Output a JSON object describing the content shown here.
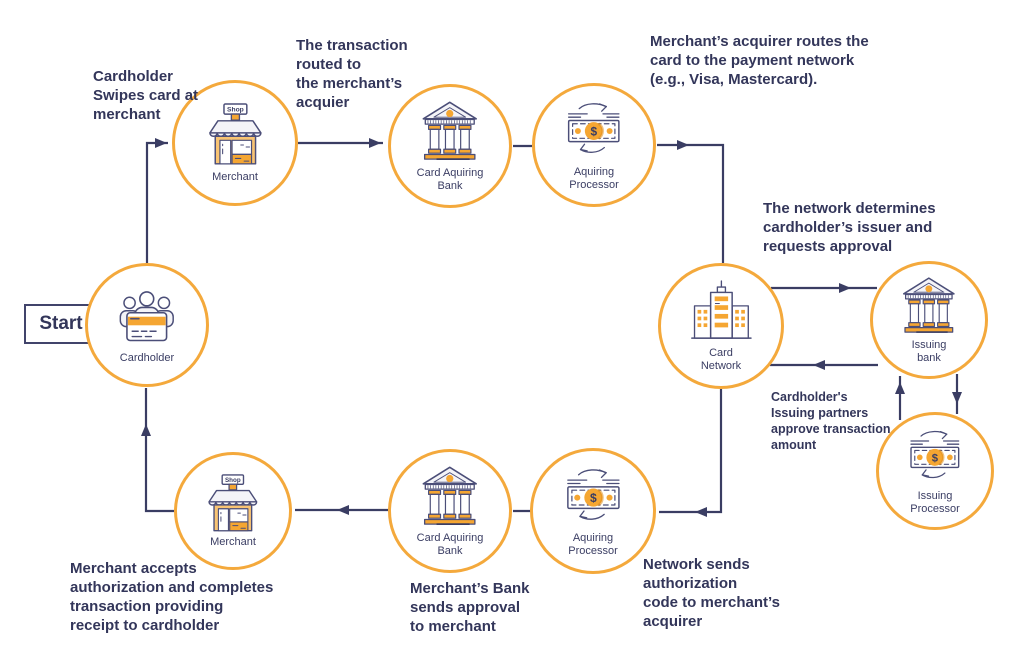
{
  "colors": {
    "accent_orange": "#F4A93C",
    "orange_fill": "#F5A632",
    "orange_light": "#F9C473",
    "line_navy": "#3A3D63",
    "text_navy": "#33365A"
  },
  "start": {
    "label": "Start"
  },
  "icons": {
    "shop_sign": "Shop",
    "dollar": "$"
  },
  "nodes": [
    {
      "id": "cardholder",
      "label": "Cardholder"
    },
    {
      "id": "merchant-top",
      "label": "Merchant"
    },
    {
      "id": "card-acquiring-bank-top",
      "label": "Card Aquiring\nBank"
    },
    {
      "id": "acquiring-processor-top",
      "label": "Aquiring\nProcessor"
    },
    {
      "id": "card-network",
      "label": "Card\nNetwork"
    },
    {
      "id": "issuing-bank",
      "label": "Issuing\nbank"
    },
    {
      "id": "issuing-processor",
      "label": "Issuing\nProcessor"
    },
    {
      "id": "acquiring-processor-bottom",
      "label": "Aquiring\nProcessor"
    },
    {
      "id": "card-acquiring-bank-bottom",
      "label": "Card Aquiring\nBank"
    },
    {
      "id": "merchant-bottom",
      "label": "Merchant"
    }
  ],
  "annotations": [
    {
      "id": "cardholder-swipes",
      "text": "Cardholder\nSwipes card at\nmerchant"
    },
    {
      "id": "transaction-routed",
      "text": "The transaction\nrouted to\nthe merchant’s\nacquier"
    },
    {
      "id": "acquirer-routes",
      "text": "Merchant’s acquirer routes the\ncard to the payment network\n(e.g., Visa, Mastercard)."
    },
    {
      "id": "network-determines",
      "text": "The network determines\ncardholder’s issuer and\nrequests approval"
    },
    {
      "id": "issuing-partners-approve",
      "text": "Cardholder's\nIssuing partners\napprove transaction\namount"
    },
    {
      "id": "network-sends-code",
      "text": "Network sends\nauthorization\ncode to merchant’s\nacquirer"
    },
    {
      "id": "bank-sends-approval",
      "text": "Merchant’s Bank\nsends approval\nto merchant"
    },
    {
      "id": "merchant-accepts",
      "text": "Merchant accepts\nauthorization and completes\ntransaction providing\nreceipt to cardholder"
    }
  ]
}
